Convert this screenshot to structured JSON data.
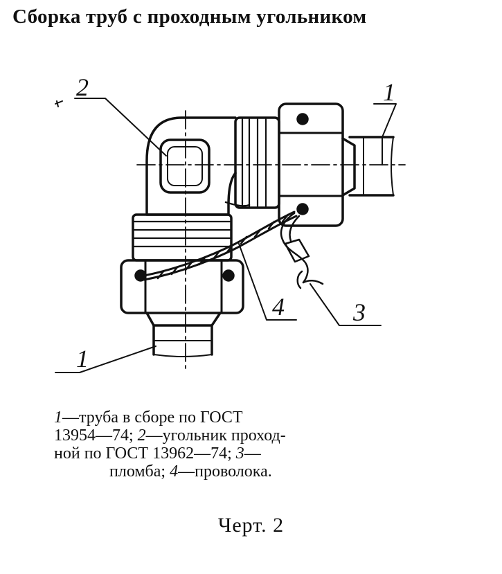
{
  "title": "Сборка труб с проходным угольником",
  "labels": {
    "pipe_right": "1",
    "elbow": "2",
    "seal": "3",
    "wire": "4",
    "pipe_bottom": "1"
  },
  "caption": {
    "line1": {
      "n1": "1",
      "t1": "—труба в сборе по ГОСТ"
    },
    "line2": {
      "t1": "13954—74; ",
      "n2": "2",
      "t2": "—угольник проход-"
    },
    "line3": {
      "t1": "ной по ГОСТ 13962—74; ",
      "n3": "3",
      "t2": "—"
    },
    "line4": {
      "t1": "пломба; ",
      "n4": "4",
      "t2": "—проволока."
    }
  },
  "figure_label": "Черт. 2"
}
